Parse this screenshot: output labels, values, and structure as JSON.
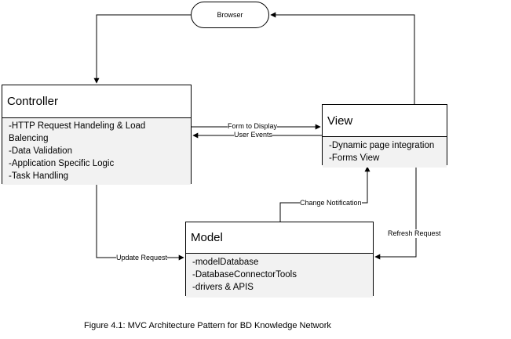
{
  "browser": {
    "label": "Browser"
  },
  "controller": {
    "title": "Controller",
    "items": [
      "-HTTP Request Handeling & Load Balencing",
      "-Data Validation",
      "-Application Specific Logic",
      "-Task Handling"
    ]
  },
  "view": {
    "title": "View",
    "items": [
      "-Dynamic page integration",
      "-Forms View"
    ]
  },
  "model": {
    "title": "Model",
    "items": [
      "-modelDatabase",
      "-DatabaseConnectorTools",
      "-drivers & APIS"
    ]
  },
  "connectors": {
    "form_to_display": "Form to Display",
    "user_events": "User Events",
    "change_notification": "Change Notification",
    "refresh_request": "Refresh Request",
    "update_request": "Update Request"
  },
  "caption": "Figure 4.1: MVC Architecture Pattern for BD Knowledge Network"
}
